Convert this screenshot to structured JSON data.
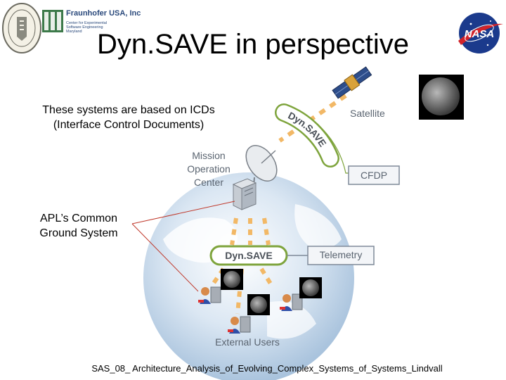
{
  "slide": {
    "title": "Dyn.SAVE in perspective",
    "icd_note_line1": "These systems are based on ICDs",
    "icd_note_line2": "(Interface Control Documents)",
    "apl_line1": "APL’s Common",
    "apl_line2": "Ground System",
    "footer": "SAS_08_ Architecture_Analysis_of_Evolving_Complex_Systems_of_Systems_Lindvall"
  },
  "logos": {
    "fraunhofer_name": "Fraunhofer USA, Inc",
    "fraunhofer_sub1": "Center for Experimental",
    "fraunhofer_sub2": "Software Engineering",
    "fraunhofer_sub3": "Maryland",
    "nasa": "NASA"
  },
  "diagram": {
    "satellite": "Satellite",
    "mission_line1": "Mission",
    "mission_line2": "Operation",
    "mission_line3": "Center",
    "dynsave_arc": "Dyn.SAVE",
    "cfdp": "CFDP",
    "dynsave_box": "Dyn.SAVE",
    "telemetry": "Telemetry",
    "external_users": "External Users"
  },
  "colors": {
    "green_border": "#7ea43c",
    "box_border": "#7f8a99",
    "label_gray": "#5a6470",
    "globe": "#cfe0f0",
    "dash_orange": "#f2b866",
    "callout": "#c0392b"
  }
}
